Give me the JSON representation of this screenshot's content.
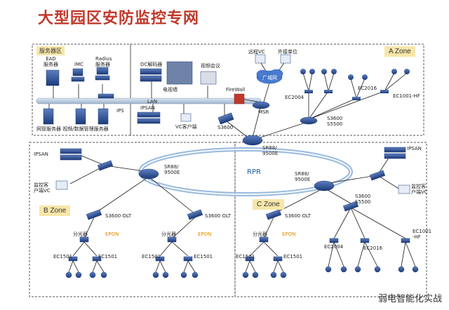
{
  "title": "大型园区安防监控专网",
  "zones": {
    "server_area": "服务器区",
    "a": "A Zone",
    "b": "B Zone",
    "c": "C Zone"
  },
  "ring_label": "RPR",
  "labels": {
    "ead": "EAD\n服务器",
    "imc": "iMC",
    "radius": "Radius\n服务器",
    "ips": "IPS",
    "servers_bottom": "网管服务器 视频/数据管理服务器",
    "dc_decoder": "DC解码器",
    "tv_wall": "电视墙",
    "video_conf": "视频会议",
    "lan": "LAN",
    "ipsan_top": "IPSAN",
    "vc_client": "VC客户端",
    "remote_vc": "远程VC",
    "external": "外接单位",
    "wan": "广域网",
    "firewall": "FireWall",
    "msr": "MSR",
    "s3600_core": "S3600",
    "sr88_top": "SR88/\n9500E",
    "ec2004_a": "EC2004",
    "ec2016_a": "EC2016",
    "ec1001_a": "EC1001-HF",
    "s3600_a": "S3600\nS5500",
    "ipsan_b": "IPSAN",
    "monitor_vc_b": "监控客\n户端VC",
    "sr88_b": "SR88/\n9500E",
    "s3600olt_b1": "S3600 OLT",
    "s3600olt_b2": "S3600 OLT",
    "splitter_b1": "分光器",
    "splitter_b2": "分光器",
    "epon_b1": "EPON",
    "epon_b2": "EPON",
    "ec1501_b1": "EC1501",
    "ec1501_b2": "EC1501",
    "ec1501_b3": "EC1501",
    "ec1501_b4": "EC1501",
    "sr88_c": "SR88/\n9500E",
    "ipsan_c": "IPSAN",
    "monitor_vc_c": "监控客\n户端VC",
    "s3600_c": "S3600\nS5500",
    "s3600olt_c": "S3600 OLT",
    "splitter_c": "分光器",
    "epon_c": "EPON",
    "ec1501_c1": "EC1501",
    "ec1501_c2": "EC1501",
    "ec2004_c": "EC2004",
    "ec2016_c": "EC2016",
    "ec1001_c": "EC1001\n-HF"
  },
  "watermark": "弱电智能化实战",
  "colors": {
    "title": "#c0392b",
    "link": "#1a1a1a",
    "ring": "#7fa9d6",
    "zone_label_bg": "#f7e6a8",
    "device": "#2b4c8c",
    "lan_bar": "#b8c9de"
  }
}
